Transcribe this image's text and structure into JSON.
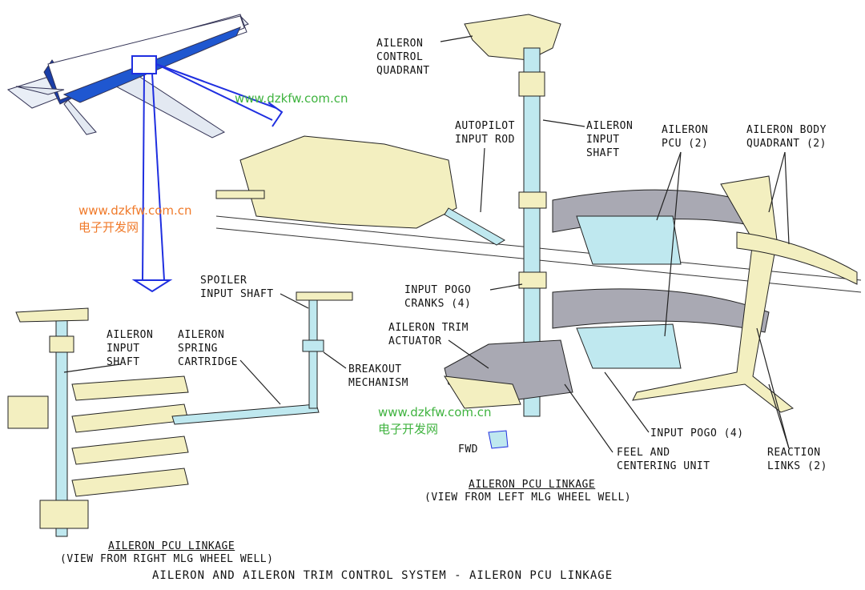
{
  "labels": {
    "aileron_control_quadrant": [
      "AILERON",
      "CONTROL",
      "QUADRANT"
    ],
    "autopilot_input_rod": [
      "AUTOPILOT",
      "INPUT ROD"
    ],
    "aileron_input_shaft_left": [
      "AILERON",
      "INPUT",
      "SHAFT"
    ],
    "aileron_pcu": [
      "AILERON",
      "PCU (2)"
    ],
    "aileron_body_quadrant": [
      "AILERON BODY",
      "QUADRANT (2)"
    ],
    "spoiler_input_shaft": [
      "SPOILER",
      "INPUT SHAFT"
    ],
    "input_pogo_cranks": [
      "INPUT POGO",
      "CRANKS (4)"
    ],
    "aileron_trim_actuator": [
      "AILERON TRIM",
      "ACTUATOR"
    ],
    "aileron_input_shaft_right": [
      "AILERON",
      "INPUT",
      "SHAFT"
    ],
    "aileron_spring_cartridge": [
      "AILERON",
      "SPRING",
      "CARTRIDGE"
    ],
    "breakout_mechanism": [
      "BREAKOUT",
      "MECHANISM"
    ],
    "input_pogo": [
      "INPUT POGO (4)"
    ],
    "feel_centering_unit": [
      "FEEL AND",
      "CENTERING UNIT"
    ],
    "reaction_links": [
      "REACTION",
      "LINKS (2)"
    ],
    "fwd": "FWD"
  },
  "captions": {
    "left_title": "AILERON PCU LINKAGE",
    "left_sub": "(VIEW FROM LEFT MLG WHEEL WELL)",
    "right_title": "AILERON PCU LINKAGE",
    "right_sub": "(VIEW FROM RIGHT MLG WHEEL WELL)",
    "main_title": "AILERON AND AILERON TRIM CONTROL SYSTEM - AILERON PCU LINKAGE"
  },
  "watermarks": {
    "url": "www.dzkfw.com.cn",
    "cn": "电子开发网"
  },
  "colors": {
    "part_yellow": "#f3efc0",
    "shaft_blue": "#bfe8ef",
    "arm_grey": "#a9a9b3",
    "pointer_blue": "#1f2fe0",
    "watermark_green": "#3fb33f",
    "watermark_orange": "#f07a2a"
  }
}
